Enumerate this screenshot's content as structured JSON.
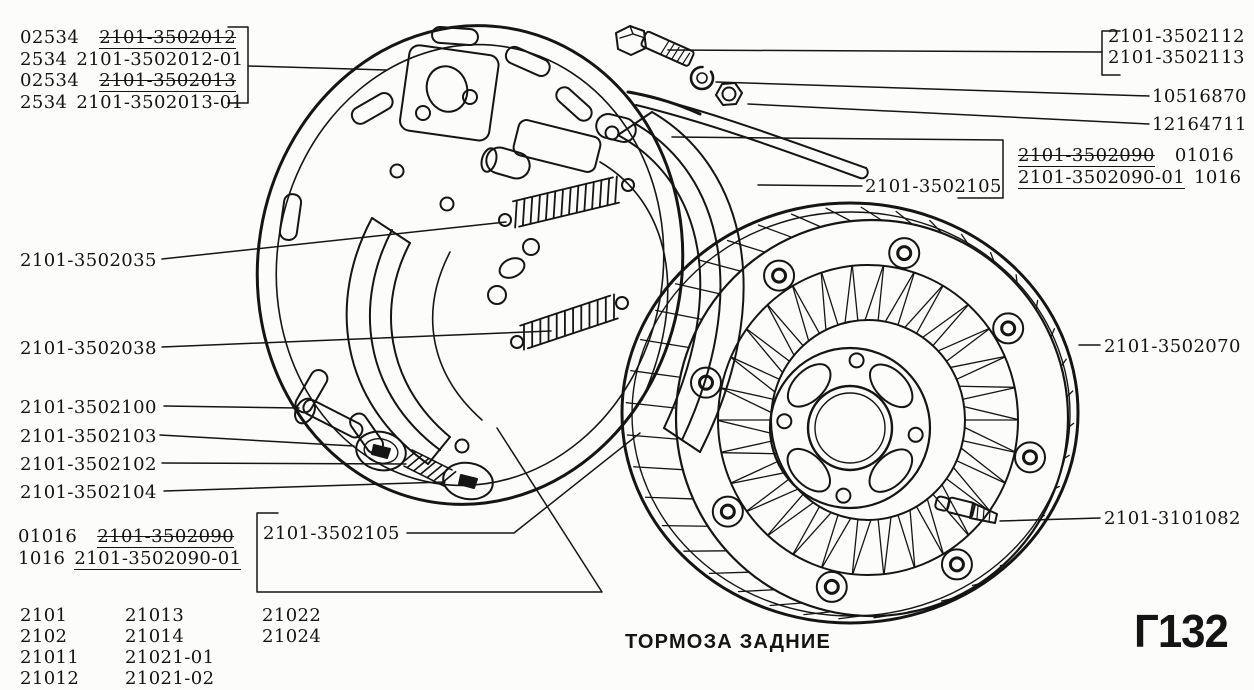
{
  "page": {
    "title": "ТОРМОЗА ЗАДНИЕ",
    "code": "Г132"
  },
  "callouts": {
    "shoe_kit": {
      "rows": [
        {
          "qty": "02534",
          "num": "2101-3502012"
        },
        {
          "qty": "2534",
          "num": "2101-3502012-01"
        },
        {
          "qty": "02534",
          "num": "2101-3502013"
        },
        {
          "qty": "2534",
          "num": "2101-3502013-01"
        }
      ]
    },
    "bolt_num1": "2101-3502112",
    "bolt_num2": "2101-3502113",
    "lock_washer": "10516870",
    "nut": "12164711",
    "shoe_right": "2101-3502105",
    "lining_right": {
      "row1_num": "2101-3502090",
      "row1_app": "01016",
      "row2_num": "2101-3502090-01",
      "row2_app": "1016"
    },
    "drum": "2101-3502070",
    "spring_upper": "2101-3502035",
    "spring_lower": "2101-3502038",
    "pin": "2101-3502100",
    "pin_washer": "2101-3502103",
    "pin_spring": "2101-3502102",
    "pin_cup": "2101-3502104",
    "lining_left": {
      "row1_app": "01016",
      "row1_num": "2101-3502090",
      "row2_app": "1016",
      "row2_num": "2101-3502090-01"
    },
    "shoe_left": "2101-3502105",
    "bleeder": "2101-3101082"
  },
  "models": {
    "col1": [
      "2101",
      "2102",
      "21011",
      "21012"
    ],
    "col2": [
      "21013",
      "21014",
      "21021-01",
      "21021-02"
    ],
    "col3": [
      "21022",
      "21024"
    ]
  }
}
